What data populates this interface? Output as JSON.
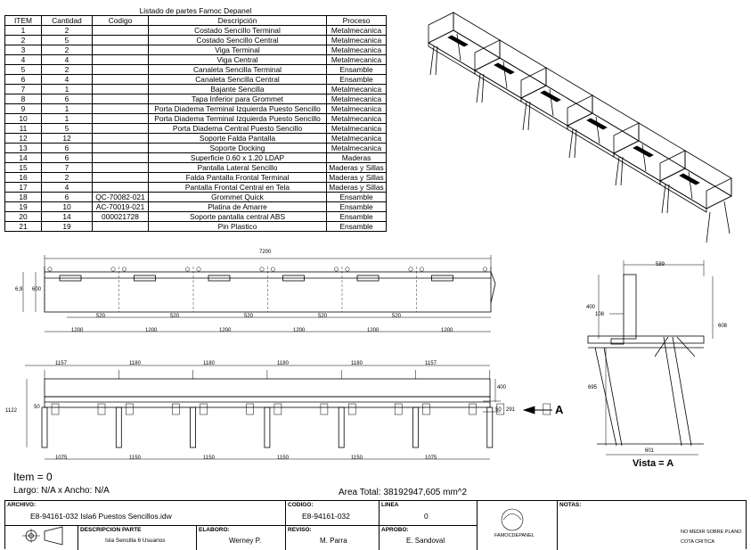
{
  "parts_table": {
    "title": "Listado de partes Famoc Depanel",
    "headers": [
      "ITEM",
      "Cantidad",
      "Codigo",
      "Descripción",
      "Proceso"
    ],
    "rows": [
      [
        "1",
        "2",
        "",
        "Costado Sencillo Terminal",
        "Metalmecanica"
      ],
      [
        "2",
        "5",
        "",
        "Costado Sencillo Central",
        "Metalmecanica"
      ],
      [
        "3",
        "2",
        "",
        "Viga Terminal",
        "Metalmecanica"
      ],
      [
        "4",
        "4",
        "",
        "Viga Central",
        "Metalmecanica"
      ],
      [
        "5",
        "2",
        "",
        "Canaleta Sencilla Terminal",
        "Ensamble"
      ],
      [
        "6",
        "4",
        "",
        "Canaleta Sencilla Central",
        "Ensamble"
      ],
      [
        "7",
        "1",
        "",
        "Bajante Sencilla",
        "Metalmecanica"
      ],
      [
        "8",
        "6",
        "",
        "Tapa Inferior para Grommet",
        "Metalmecanica"
      ],
      [
        "9",
        "1",
        "",
        "Porta Diadema Terminal Izquierda Puesto Sencillo",
        "Metalmecanica"
      ],
      [
        "10",
        "1",
        "",
        "Porta Diadema Terminal Izquierda Puesto Sencillo",
        "Metalmecanica"
      ],
      [
        "11",
        "5",
        "",
        "Porta Diadema Central Puesto Sencillo",
        "Metalmecanica"
      ],
      [
        "12",
        "12",
        "",
        "Soporte Falda Pantalla",
        "Metalmecanica"
      ],
      [
        "13",
        "6",
        "",
        "Soporte Docking",
        "Metalmecanica"
      ],
      [
        "14",
        "6",
        "",
        "Superficie 0.60 x 1.20 LDAP",
        "Maderas"
      ],
      [
        "15",
        "7",
        "",
        "Pantalla Lateral Sencillo",
        "Maderas y Sillas"
      ],
      [
        "16",
        "2",
        "",
        "Falda Pantalla Frontal Terminal",
        "Maderas y Sillas"
      ],
      [
        "17",
        "4",
        "",
        "Pantalla Frontal Central en Tela",
        "Maderas y Sillas"
      ],
      [
        "18",
        "6",
        "QC-70082-021",
        "Grommet Quick",
        "Ensamble"
      ],
      [
        "19",
        "10",
        "AC-70019-021",
        "Platina de Amarre",
        "Ensamble"
      ],
      [
        "20",
        "14",
        "000021728",
        "Soporte pantalla central ABS",
        "Ensamble"
      ],
      [
        "21",
        "19",
        "",
        "Pin Plastico",
        "Ensamble"
      ]
    ]
  },
  "top_view": {
    "overall": "7200",
    "height_a": "6,9",
    "height_b": "600",
    "modules": [
      "1200",
      "1200",
      "1200",
      "1200",
      "1200",
      "1200"
    ],
    "gaps": [
      "520",
      "520",
      "520",
      "520",
      "520"
    ]
  },
  "front_view": {
    "segments": [
      "1157",
      "1180",
      "1180",
      "1180",
      "1180",
      "1157"
    ],
    "bottom": [
      "1075",
      "1150",
      "1150",
      "1150",
      "1150",
      "1075"
    ],
    "height": "1122",
    "left_small": "50",
    "right_small": "50",
    "right_b": "291",
    "right_c": "400",
    "arrow_label": "A"
  },
  "side_view": {
    "width_top": "589",
    "h1": "400",
    "d1": "108",
    "h2": "608",
    "h3": "695",
    "width_bottom": "601",
    "caption": "Vista = A"
  },
  "info": {
    "item": "Item = 0",
    "size": "Largo: N/A x Ancho: N/A",
    "area": "Area Total: 38192947,605 mm^2"
  },
  "title_block": {
    "archivo_label": "ARCHIVO:",
    "archivo_value": "E8-94161-032 Isla6 Puestos Sencillos.idw",
    "codigo_label": "CODIGO:",
    "codigo_value": "E8-94161-032",
    "linea_label": "LINEA",
    "linea_value": "0",
    "notas_label": "NOTAS:",
    "desc_label": "DESCRIPCION PARTE",
    "desc_value": "Isla Sencilla 6 Usuarios",
    "elaboro_label": "ELABORO:",
    "elaboro_value": "Werney P.",
    "reviso_label": "REVISO:",
    "reviso_value": "M. Parra",
    "aprobo_label": "APROBO:",
    "aprobo_value": "E. Sandoval",
    "company": "FAMOCDEPANEL",
    "note1": "NO MEDIR SOBRE PLANO",
    "note2": "COTA CRITICA"
  }
}
